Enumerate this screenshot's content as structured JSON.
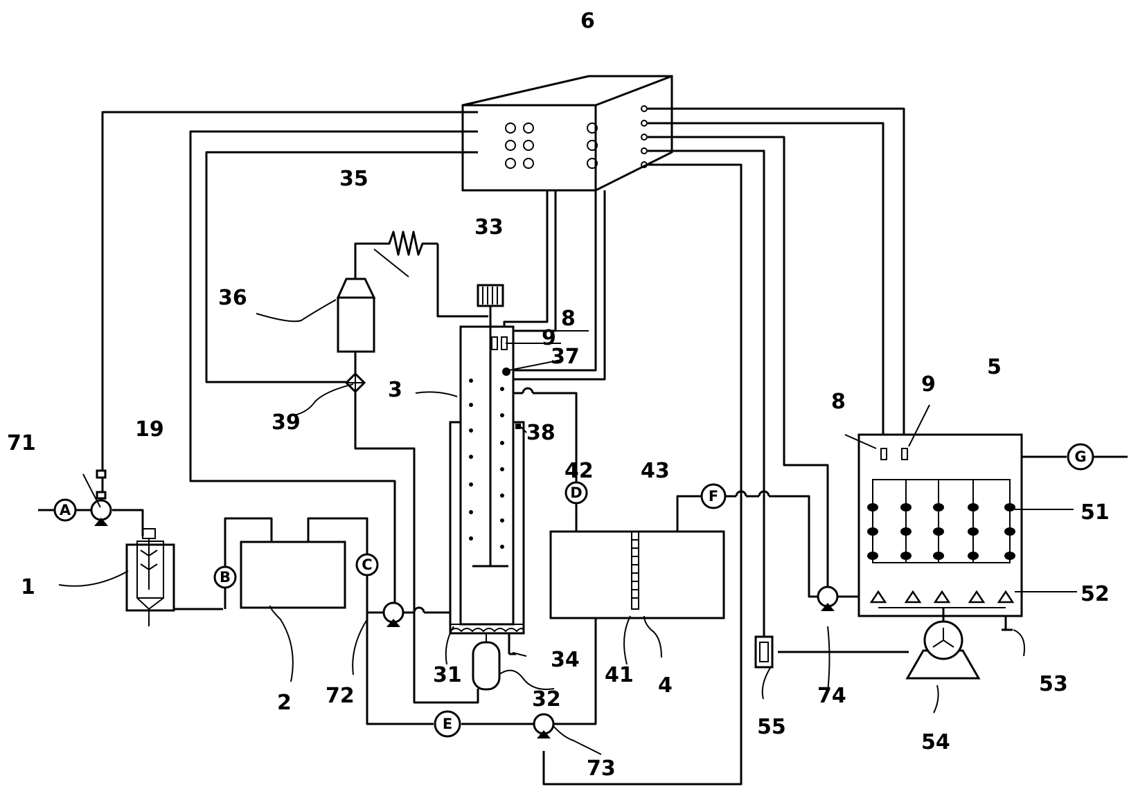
{
  "labels": {
    "l1": "1",
    "l2": "2",
    "l3": "3",
    "l4": "4",
    "l5": "5",
    "l6": "6",
    "l8a": "8",
    "l8b": "8",
    "l9a": "9",
    "l9b": "9",
    "l19": "19",
    "l31": "31",
    "l32": "32",
    "l33": "33",
    "l34": "34",
    "l35": "35",
    "l36": "36",
    "l37": "37",
    "l38": "38",
    "l39": "39",
    "l41": "41",
    "l42": "42",
    "l43": "43",
    "l51": "51",
    "l52": "52",
    "l53": "53",
    "l54": "54",
    "l55": "55",
    "l71": "71",
    "l72": "72",
    "l73": "73",
    "l74": "74"
  },
  "meters": {
    "A": "A",
    "B": "B",
    "C": "C",
    "D": "D",
    "E": "E",
    "F": "F",
    "G": "G"
  }
}
